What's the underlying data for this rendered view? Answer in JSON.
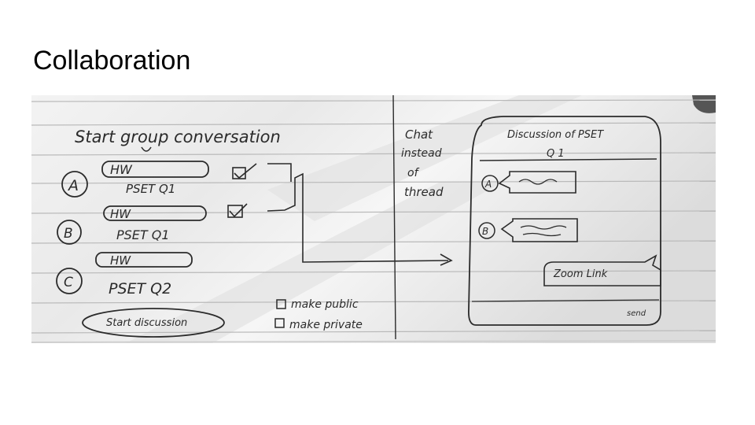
{
  "slide": {
    "title": "Collaboration"
  },
  "sketch": {
    "heading": "Start group conversation",
    "groups": [
      {
        "marker": "A",
        "tag": "HW",
        "subtitle": "PSET Q1"
      },
      {
        "marker": "B",
        "tag": "HW",
        "subtitle": "PSET Q1"
      },
      {
        "marker": "C",
        "tag": "HW",
        "subtitle": "PSET Q2"
      }
    ],
    "start_button": "Start discussion",
    "options": [
      "make public",
      "make private"
    ],
    "side_note": [
      "Chat",
      "instead",
      "of",
      "thread"
    ],
    "panel": {
      "title_line1": "Discussion of PSET",
      "title_line2": "Q 1",
      "participants": [
        "A",
        "B"
      ],
      "zoom_label": "Zoom Link",
      "send_label": "send"
    },
    "colors": {
      "paper": "#efefef",
      "ink": "#2b2b2b",
      "rule": "#b9b9b9"
    }
  }
}
